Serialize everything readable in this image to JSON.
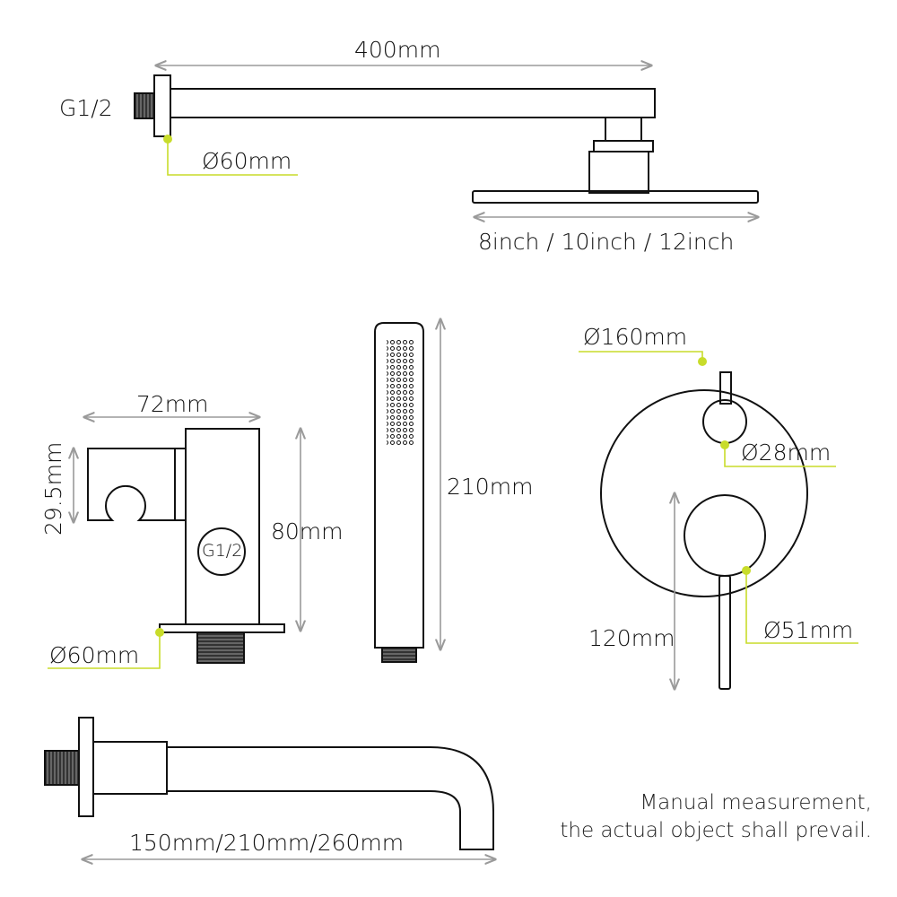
{
  "colors": {
    "accent": "#c8dc2a",
    "dim": "#9a9a9a",
    "stroke": "#111111"
  },
  "labels": {
    "arm_length": "400mm",
    "arm_thread": "G1/2",
    "arm_flange": "Ø60mm",
    "head_size": "8inch / 10inch / 12inch",
    "holder_width": "72mm",
    "holder_slot": "29.5mm",
    "holder_height": "80mm",
    "holder_thread": "G1/2",
    "holder_flange": "Ø60mm",
    "handset_length": "210mm",
    "plate_diameter": "Ø160mm",
    "knob_small": "Ø28mm",
    "knob_large": "Ø51mm",
    "handle_length": "120mm",
    "spout_length": "150mm/210mm/260mm"
  },
  "note": {
    "line1": "Manual measurement,",
    "line2": "the actual object shall prevail."
  }
}
